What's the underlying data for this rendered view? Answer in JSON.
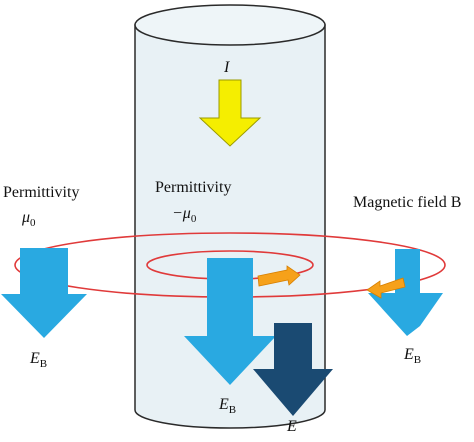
{
  "labels": {
    "current": "I",
    "permittivity_outer": "Permittivity",
    "mu_outer_symbol": "μ",
    "mu_outer_sub": "0",
    "permittivity_inner": "Permittivity",
    "mu_inner_symbol": "−μ",
    "mu_inner_sub": "0",
    "magnetic_field": "Magnetic field B",
    "eb_left_base": "E",
    "eb_left_sub": "B",
    "eb_center_base": "E",
    "eb_center_sub": "B",
    "eb_right_base": "E",
    "eb_right_sub": "B",
    "e_field": "E"
  },
  "colors": {
    "cylinder_fill": "#e8f1f5",
    "cylinder_stroke": "#2a2a2a",
    "light_blue_arrow": "#29a9e1",
    "dark_blue_arrow": "#1a4a72",
    "yellow_arrow": "#f5ee00",
    "yellow_arrow_stroke": "#9a9a00",
    "orange_arrow": "#f6a11a",
    "field_loop": "#e03a3a"
  }
}
